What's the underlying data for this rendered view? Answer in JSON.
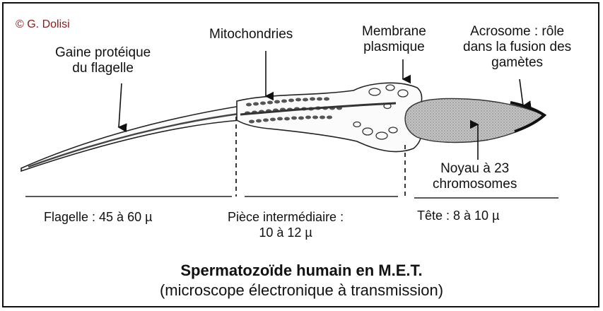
{
  "copyright": "© G. Dolisi",
  "labels": {
    "gaine": [
      "Gaine protéique",
      "du flagelle"
    ],
    "mitochondries": "Mitochondries",
    "membrane": [
      "Membrane",
      "plasmique"
    ],
    "acrosome": [
      "Acrosome : rôle",
      "dans la fusion des",
      "gamètes"
    ],
    "noyau": [
      "Noyau à 23",
      "chromosomes"
    ]
  },
  "measurements": {
    "flagelle": "Flagelle : 45 à 60 µ",
    "piece": [
      "Pièce intermédiaire :",
      "10 à 12 µ"
    ],
    "tete": "Tête : 8 à 10 µ"
  },
  "title": "Spermatozoïde humain en M.E.T.",
  "subtitle": "(microscope électronique à transmission)",
  "colors": {
    "copyright": "#8b1a1a",
    "head_fill": "#b5b5b5",
    "ink": "#111111"
  }
}
